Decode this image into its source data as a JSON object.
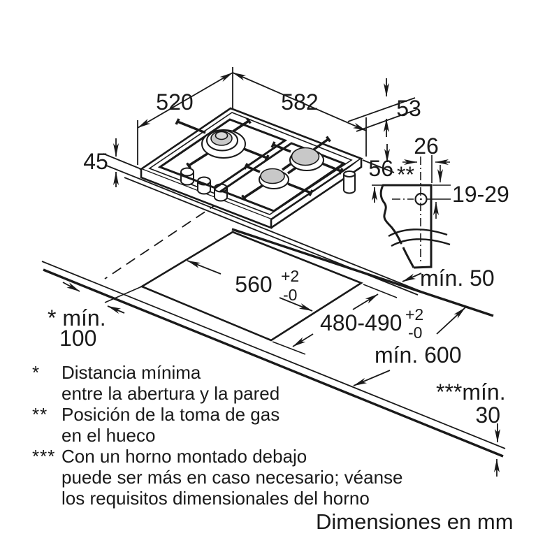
{
  "diagram": {
    "hob": {
      "depth": "520",
      "width": "582",
      "profile_height": "53",
      "install_height": "45"
    },
    "gas_connection": {
      "side_offset": "26",
      "below_top": "56",
      "marker": "**",
      "vertical_range": "19-29",
      "min_side_clearance": "mín. 50"
    },
    "cutout": {
      "width": "560",
      "width_tol_sup": "+2",
      "width_tol_sub": "-0",
      "depth": "480-490",
      "depth_tol_sup": "+2",
      "depth_tol_sub": "-0",
      "min_wall_line1": "* mín.",
      "min_wall_line2": "100",
      "min_worktop_depth": "mín. 600",
      "min_thickness_line1": "***mín.",
      "min_thickness_line2": "30"
    },
    "footnotes": [
      {
        "marker": "*",
        "lines": [
          "Distancia mínima",
          "entre la abertura y la pared"
        ]
      },
      {
        "marker": "**",
        "lines": [
          "Posición de la toma de gas",
          "en el hueco"
        ]
      },
      {
        "marker": "***",
        "lines": [
          "Con un horno montado debajo",
          "puede ser más en caso necesario; véanse",
          "los requisitos dimensionales del horno"
        ]
      }
    ],
    "units_note": "Dimensiones en mm",
    "colors": {
      "line": "#1a1a1a",
      "burner_gray": "#c8c8c8",
      "burner_cap_gray": "#d9d9d9"
    }
  }
}
